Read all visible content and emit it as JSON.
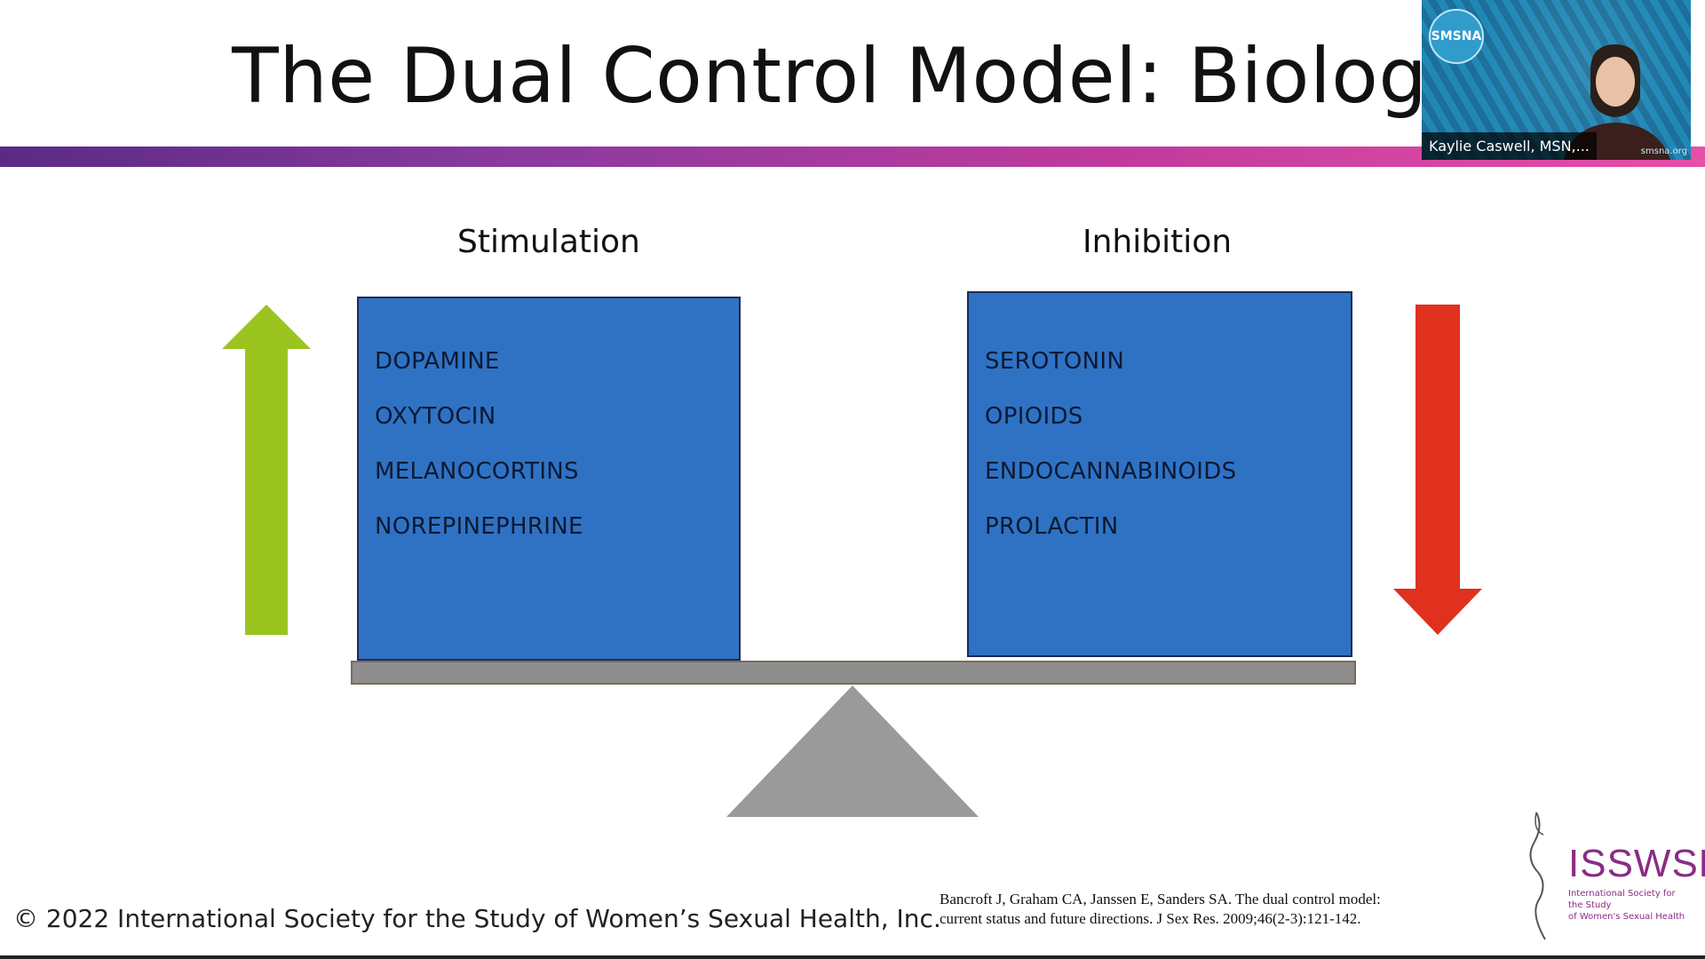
{
  "slide": {
    "title": "The Dual Control Model: Biology",
    "stimulation": {
      "heading": "Stimulation",
      "items": [
        "DOPAMINE",
        "OXYTOCIN",
        "MELANOCORTINS",
        "NOREPINEPHRINE"
      ]
    },
    "inhibition": {
      "heading": "Inhibition",
      "items": [
        "SEROTONIN",
        "OPIOIDS",
        "ENDOCANNABINOIDS",
        "PROLACTIN"
      ]
    },
    "copyright": "© 2022 International Society for the Study of Women’s Sexual Health, Inc.",
    "citation_line1": "Bancroft J, Graham CA, Janssen E, Sanders SA. The dual control model:",
    "citation_line2": "current status and future directions. J Sex Res. 2009;46(2-3):121-142.",
    "logo_name": "ISSWSH",
    "logo_tagline_1": "International Society for the Study",
    "logo_tagline_2": "of Women's Sexual Health"
  },
  "video": {
    "speaker_name": "Kaylie Caswell, MSN,...",
    "logo_text": "SMSNA",
    "url_fragment": "smsna.org"
  },
  "colors": {
    "box_blue": "#2f72c4",
    "arrow_up_green": "#9bc31f",
    "arrow_down_red": "#e0301e",
    "beam_gray": "#8e8e8e",
    "brand_purple": "#8a2b86"
  },
  "icons": {
    "up": "arrow-up-icon",
    "down": "arrow-down-icon"
  }
}
